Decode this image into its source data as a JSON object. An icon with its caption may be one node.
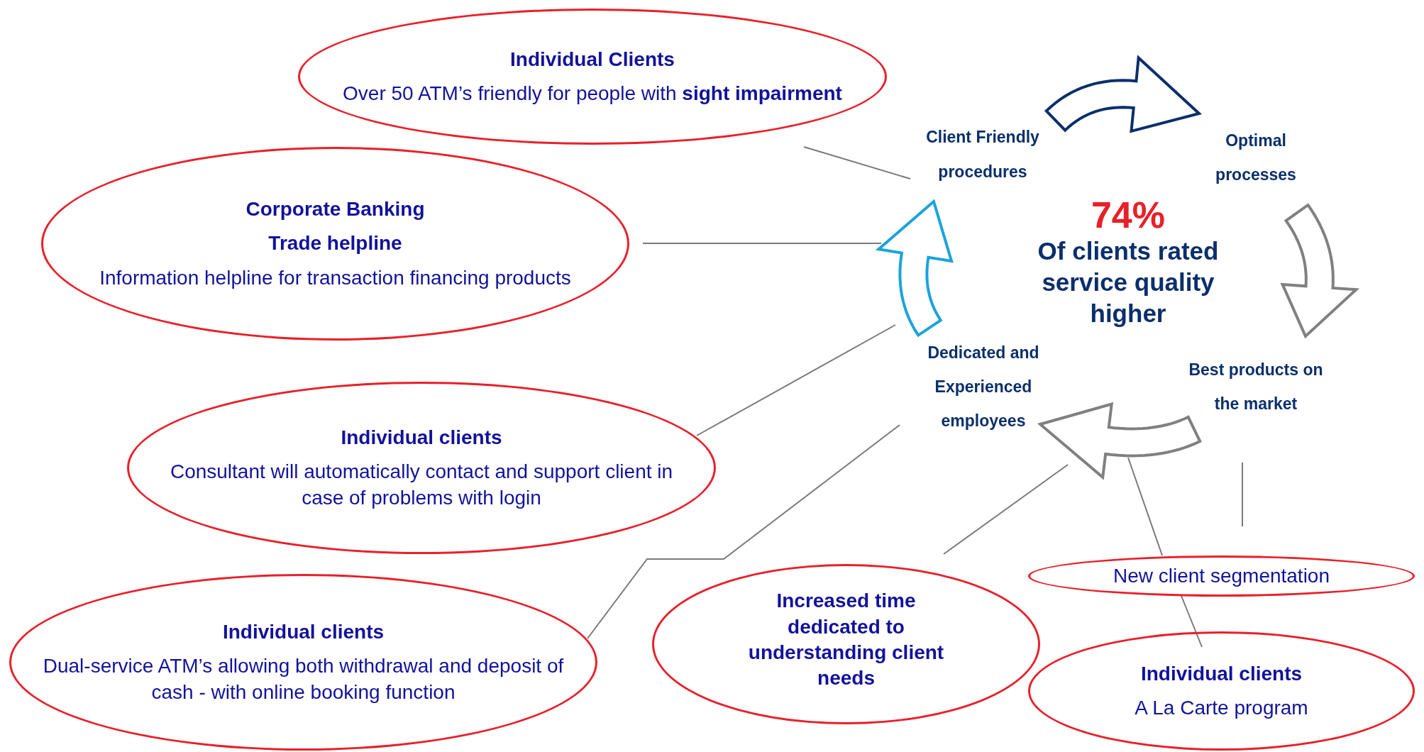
{
  "diagram": {
    "nodes": [
      {
        "text": [
          "Individual Clients",
          "Over 50 ATM’s friendly for people with **sight impairment**"
        ]
      },
      {
        "text": [
          "Corporate Banking",
          "Trade helpline",
          "Information helpline for transaction financing products"
        ]
      },
      {
        "text": [
          "Individual clients",
          "Consultant will automatically contact and support client in case of problems with login"
        ]
      },
      {
        "text": [
          "Individual clients",
          "Dual-service ATM’s allowing both withdrawal and deposit of cash - with online booking function"
        ]
      },
      {
        "text": [
          "Increased time dedicated to understanding client needs"
        ]
      },
      {
        "text": [
          "New client segmentation"
        ]
      },
      {
        "text": [
          "Individual clients",
          "A La Carte program"
        ]
      },
      {
        "text": [
          "Client Friendly procedures"
        ]
      },
      {
        "text": [
          "Optimal processes"
        ]
      },
      {
        "text": [
          "Best products on the market"
        ]
      },
      {
        "text": [
          "Dedicated and Experienced employees"
        ]
      },
      {
        "text": [],
        "shape": "arrow"
      },
      {
        "text": [],
        "shape": "arrow"
      },
      {
        "text": [],
        "shape": "arrow"
      },
      {
        "text": [],
        "shape": "arrow"
      }
    ],
    "edges": [
      {
        "from": 0,
        "to": 7,
        "arrow": "none"
      },
      {
        "from": 1,
        "to": 14,
        "arrow": "none"
      },
      {
        "from": 2,
        "to": 14,
        "arrow": "none"
      },
      {
        "from": 3,
        "to": 10,
        "arrow": "none"
      },
      {
        "from": 4,
        "to": 13,
        "arrow": "none"
      },
      {
        "from": 5,
        "to": 13,
        "arrow": "none"
      },
      {
        "from": 6,
        "to": 5,
        "arrow": "none"
      },
      {
        "from": 5,
        "to": 9,
        "arrow": "none"
      }
    ],
    "labels": [
      "74%",
      "Of clients rated service quality higher"
    ]
  }
}
